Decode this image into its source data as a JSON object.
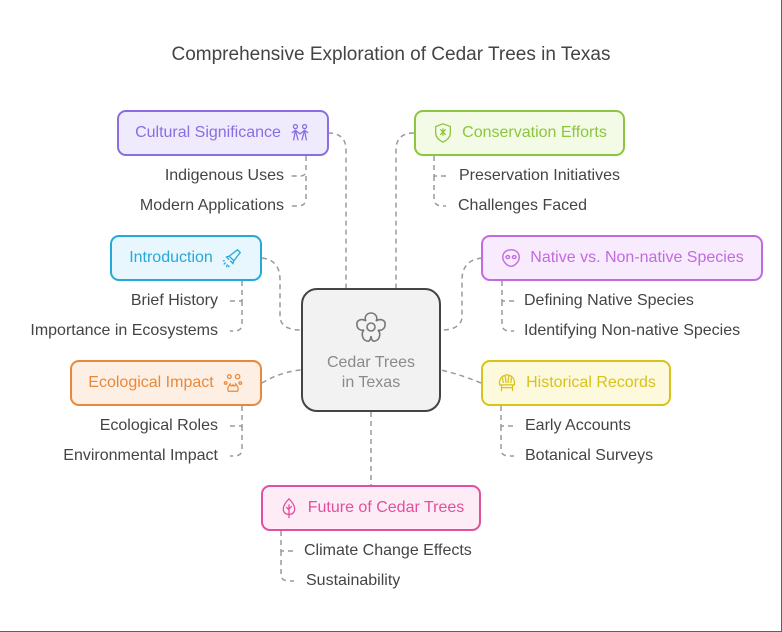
{
  "title": "Comprehensive Exploration of Cedar Trees in Texas",
  "center": {
    "line1": "Cedar Trees",
    "line2": "in Texas",
    "icon": "flower-icon"
  },
  "branches": [
    {
      "id": "cultural",
      "label": "Cultural Significance",
      "icon": "people-holding-hands-icon",
      "color": "#8a6de0",
      "bg": "#efebfd",
      "children": [
        "Indigenous Uses",
        "Modern Applications"
      ]
    },
    {
      "id": "conservation",
      "label": "Conservation Efforts",
      "icon": "shield-icon",
      "color": "#8cc63f",
      "bg": "#f3fbe6",
      "children": [
        "Preservation Initiatives",
        "Challenges Faced"
      ]
    },
    {
      "id": "introduction",
      "label": "Introduction",
      "icon": "rocket-icon",
      "color": "#27a9d8",
      "bg": "#e7f7fd",
      "children": [
        "Brief History",
        "Importance in Ecosystems"
      ]
    },
    {
      "id": "native",
      "label": "Native vs. Non-native Species",
      "icon": "alien-icon",
      "color": "#c26be0",
      "bg": "#f8ebfd",
      "children": [
        "Defining Native Species",
        "Identifying Non-native Species"
      ]
    },
    {
      "id": "ecological",
      "label": "Ecological Impact",
      "icon": "fire-bubbles-icon",
      "color": "#e8893a",
      "bg": "#fdefe4",
      "children": [
        "Ecological Roles",
        "Environmental Impact"
      ]
    },
    {
      "id": "historical",
      "label": "Historical Records",
      "icon": "headdress-icon",
      "color": "#d9c21a",
      "bg": "#fdf9dc",
      "children": [
        "Early Accounts",
        "Botanical Surveys"
      ]
    },
    {
      "id": "future",
      "label": "Future of Cedar Trees",
      "icon": "leaf-icon",
      "color": "#e0509e",
      "bg": "#fdebf5",
      "children": [
        "Climate Change Effects",
        "Sustainability"
      ]
    }
  ],
  "colors": {
    "connector": "#9a9a9a",
    "text": "#444444",
    "center_border": "#444444",
    "center_bg": "#f2f2f2"
  }
}
